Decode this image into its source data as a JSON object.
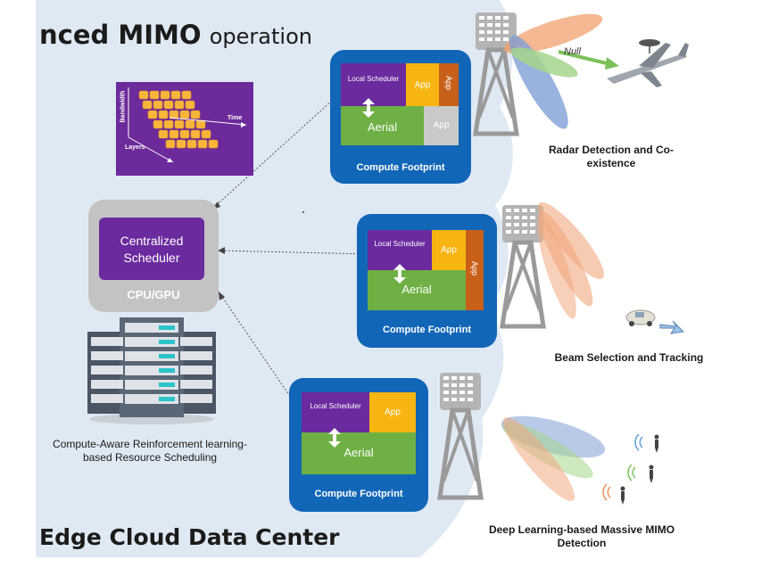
{
  "header": {
    "title_bold": "nced MIMO",
    "title_light": "operation"
  },
  "footer": {
    "label": "Edge Cloud Data Center"
  },
  "scheduler": {
    "title": "Centralized Scheduler",
    "cpu_label": "CPU/GPU"
  },
  "resource_grid": {
    "axis_bandwidth": "Bandwidth",
    "axis_time": "Time",
    "axis_layers": "Layers"
  },
  "server_caption": "Compute-Aware Reinforcement learning-based Resource Scheduling",
  "footprints": [
    {
      "title": "Compute Footprint",
      "local_scheduler": "Local Scheduler",
      "aerial": "Aerial",
      "app_top": "App",
      "app_side": "App",
      "app_bottom": "App"
    },
    {
      "title": "Compute Footprint",
      "local_scheduler": "Local Scheduler",
      "aerial": "Aerial",
      "app_top": "App",
      "app_side": "App"
    },
    {
      "title": "Compute Footprint",
      "local_scheduler": "Local Scheduler",
      "aerial": "Aerial",
      "app_top": "App"
    }
  ],
  "use_cases": {
    "radar": "Radar Detection and Co-existence",
    "null_label": "Null",
    "beam": "Beam Selection and Tracking",
    "deep": "Deep Learning-based Massive MIMO Detection"
  },
  "colors": {
    "footprint_blue": "#1266b8",
    "purple": "#6b2a9e",
    "green": "#6eb043",
    "app_yellow": "#f7b512",
    "app_orange": "#c8601a",
    "app_gray": "#c9c9c9",
    "cloud_bg": "#dde8f4"
  }
}
